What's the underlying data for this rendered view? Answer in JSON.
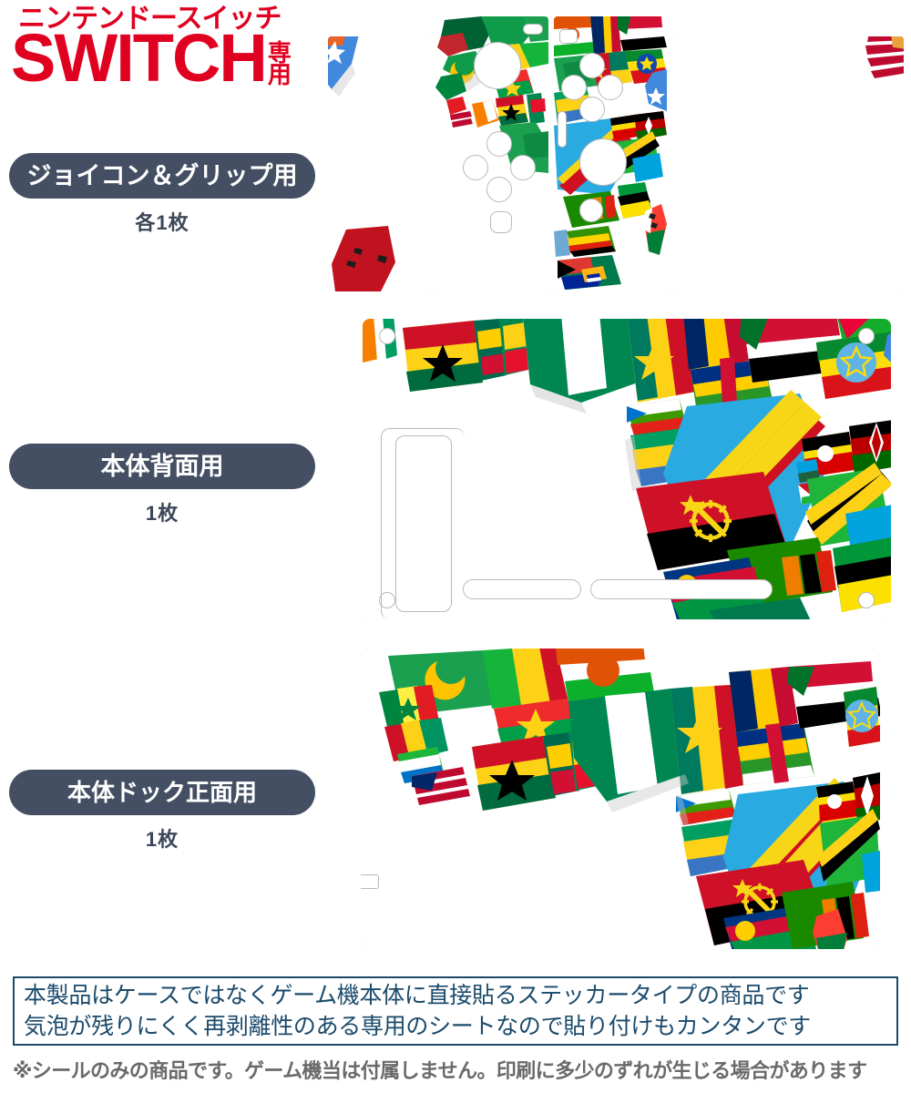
{
  "header": {
    "kana_line": "ニンテンドースイッチ",
    "brand": "SWITCH",
    "suffix_top": "専",
    "suffix_bottom": "用",
    "accent_color": "#e00020"
  },
  "labels": [
    {
      "title": "ジョイコン＆グリップ用",
      "count": "各1枚",
      "pill_color": "#454f63",
      "name": "joycon-grip"
    },
    {
      "title": "本体背面用",
      "count": "1枚",
      "pill_color": "#454f63",
      "name": "console-rear"
    },
    {
      "title": "本体ドック正面用",
      "count": "1枚",
      "pill_color": "#454f63",
      "name": "dock-front"
    }
  ],
  "notice": {
    "line1": "本製品はケースではなくゲーム機本体に直接貼るステッカータイプの商品です",
    "line2": "気泡が残りにくく再剥離性のある専用のシートなので貼り付けもカンタンです",
    "border_color": "#1b4a6b"
  },
  "disclaimer": "※シールのみの商品です。ゲーム機当は付属しません。印刷に多少のずれが生じる場合があります",
  "artwork": {
    "theme": "アフリカ国旗マップ",
    "description": "Africa map filled with national flags",
    "flags": [
      {
        "country": "Morocco",
        "colors": [
          "#c1272d",
          "#006233"
        ]
      },
      {
        "country": "Algeria",
        "colors": [
          "#006233",
          "#ffffff",
          "#d21034"
        ]
      },
      {
        "country": "Tunisia",
        "colors": [
          "#e70013",
          "#ffffff"
        ]
      },
      {
        "country": "Libya",
        "colors": [
          "#239e46",
          "#000000",
          "#e70013"
        ]
      },
      {
        "country": "Egypt",
        "colors": [
          "#ce1126",
          "#ffffff",
          "#000000"
        ]
      },
      {
        "country": "Mauritania",
        "colors": [
          "#006233",
          "#ffc400"
        ]
      },
      {
        "country": "Mali",
        "colors": [
          "#14b53a",
          "#fcd116",
          "#ce1126"
        ]
      },
      {
        "country": "Niger",
        "colors": [
          "#e05206",
          "#ffffff",
          "#0db02b"
        ]
      },
      {
        "country": "Chad",
        "colors": [
          "#002664",
          "#fecb00",
          "#c60c30"
        ]
      },
      {
        "country": "Sudan",
        "colors": [
          "#d21034",
          "#ffffff",
          "#000000",
          "#007229"
        ]
      },
      {
        "country": "Senegal",
        "colors": [
          "#00853f",
          "#fdef42",
          "#e31b23"
        ]
      },
      {
        "country": "Guinea",
        "colors": [
          "#ce1126",
          "#fcd116",
          "#009460"
        ]
      },
      {
        "country": "Sierra Leone",
        "colors": [
          "#1eb53a",
          "#ffffff",
          "#0072c6"
        ]
      },
      {
        "country": "Liberia",
        "colors": [
          "#bf0a30",
          "#ffffff",
          "#002868"
        ]
      },
      {
        "country": "Ivory Coast",
        "colors": [
          "#f77f00",
          "#ffffff",
          "#009e60"
        ]
      },
      {
        "country": "Ghana",
        "colors": [
          "#ce1126",
          "#fcd116",
          "#006b3f",
          "#000000"
        ]
      },
      {
        "country": "Togo",
        "colors": [
          "#006a4e",
          "#ffce00",
          "#d21034"
        ]
      },
      {
        "country": "Benin",
        "colors": [
          "#008751",
          "#fcd116",
          "#e8112d"
        ]
      },
      {
        "country": "Nigeria",
        "colors": [
          "#008751",
          "#ffffff"
        ]
      },
      {
        "country": "Cameroon",
        "colors": [
          "#007a5e",
          "#ce1126",
          "#fcd116"
        ]
      },
      {
        "country": "Central African Republic",
        "colors": [
          "#003082",
          "#ffce00",
          "#289728",
          "#d21034"
        ]
      },
      {
        "country": "Equatorial Guinea",
        "colors": [
          "#3e9a00",
          "#ffffff",
          "#e32118",
          "#0073ce"
        ]
      },
      {
        "country": "Gabon",
        "colors": [
          "#009e60",
          "#fcd116",
          "#3a75c4"
        ]
      },
      {
        "country": "Congo",
        "colors": [
          "#009543",
          "#fbde4a",
          "#dc241f"
        ]
      },
      {
        "country": "DR Congo",
        "colors": [
          "#007fff",
          "#f7d618",
          "#ce1021"
        ]
      },
      {
        "country": "Angola",
        "colors": [
          "#ce1126",
          "#000000",
          "#f9d616"
        ]
      },
      {
        "country": "Namibia",
        "colors": [
          "#003580",
          "#d21034",
          "#009543",
          "#ffce00"
        ]
      },
      {
        "country": "Botswana",
        "colors": [
          "#6da9d2",
          "#ffffff",
          "#000000"
        ]
      },
      {
        "country": "South Africa",
        "colors": [
          "#007a4d",
          "#ffb612",
          "#000000",
          "#de3831",
          "#002395"
        ]
      },
      {
        "country": "Lesotho",
        "colors": [
          "#00209f",
          "#ffffff",
          "#009543"
        ]
      },
      {
        "country": "Zimbabwe",
        "colors": [
          "#319208",
          "#ffd200",
          "#de2010",
          "#000000"
        ]
      },
      {
        "country": "Zambia",
        "colors": [
          "#198a00",
          "#ef7d00",
          "#000000",
          "#de2010"
        ]
      },
      {
        "country": "Mozambique",
        "colors": [
          "#009639",
          "#000000",
          "#fce100",
          "#d21034"
        ]
      },
      {
        "country": "Malawi",
        "colors": [
          "#000000",
          "#ce1126",
          "#339e35"
        ]
      },
      {
        "country": "Tanzania",
        "colors": [
          "#1eb53a",
          "#00a3dd",
          "#000000",
          "#fcd116"
        ]
      },
      {
        "country": "Kenya",
        "colors": [
          "#000000",
          "#bb0000",
          "#006600",
          "#ffffff"
        ]
      },
      {
        "country": "Uganda",
        "colors": [
          "#000000",
          "#fcdc04",
          "#d90000"
        ]
      },
      {
        "country": "Rwanda",
        "colors": [
          "#00a1de",
          "#fad201",
          "#20603d"
        ]
      },
      {
        "country": "Burundi",
        "colors": [
          "#ce1126",
          "#ffffff",
          "#1eb53a"
        ]
      },
      {
        "country": "Ethiopia",
        "colors": [
          "#078930",
          "#fcdd09",
          "#da121a",
          "#0f47af"
        ]
      },
      {
        "country": "Eritrea",
        "colors": [
          "#ea0437",
          "#12ad2b",
          "#4189dd"
        ]
      },
      {
        "country": "Somalia",
        "colors": [
          "#4189dd",
          "#ffffff"
        ]
      },
      {
        "country": "Madagascar",
        "colors": [
          "#ffffff",
          "#fc3d32",
          "#007e3a"
        ]
      }
    ]
  },
  "panels": {
    "joycon": {
      "name": "joycon-grip-sheet",
      "pieces": [
        "left-grip",
        "left-joycon",
        "right-joycon",
        "right-grip"
      ]
    },
    "rear": {
      "name": "console-rear-sheet"
    },
    "dock": {
      "name": "dock-front-sheet"
    }
  }
}
